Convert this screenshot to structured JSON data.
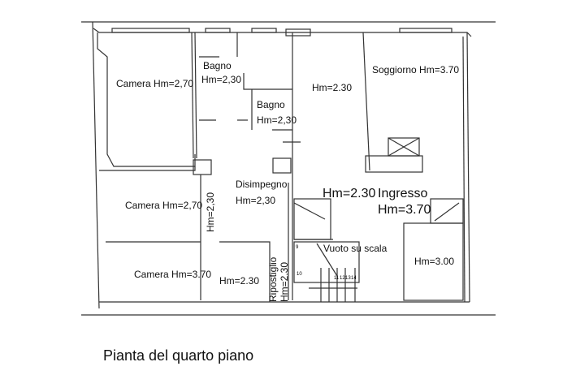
{
  "caption": "Pianta del quarto piano",
  "rooms": {
    "camera_1": "Camera Hm=2,70",
    "bagno_1_name": "Bagno",
    "bagno_1_height": "Hm=2,30",
    "bagno_2_name": "Bagno",
    "bagno_2_height": "Hm=2,30",
    "room_top_center": "Hm=2.30",
    "soggiorno": "Soggiorno Hm=3.70",
    "ingresso_left_height": "Hm=2.30",
    "ingresso_name": "Ingresso",
    "ingresso_height": "Hm=3.70",
    "camera_2": "Camera Hm=2,70",
    "disimpegno_name": "Disimpegno",
    "disimpegno_height": "Hm=2,30",
    "corridor_height": "Hm=2,30",
    "vuoto_scala": "Vuoto su scala",
    "room_right": "Hm=3.00",
    "camera_3": "Camera Hm=3.70",
    "room_bottom_center": "Hm=2.30",
    "ripostiglio_name": "Ripostiglio",
    "ripostiglio_height": "Hm=2.30"
  },
  "stair_numbers": [
    "9",
    "10",
    "11",
    "12",
    "13",
    "14"
  ]
}
